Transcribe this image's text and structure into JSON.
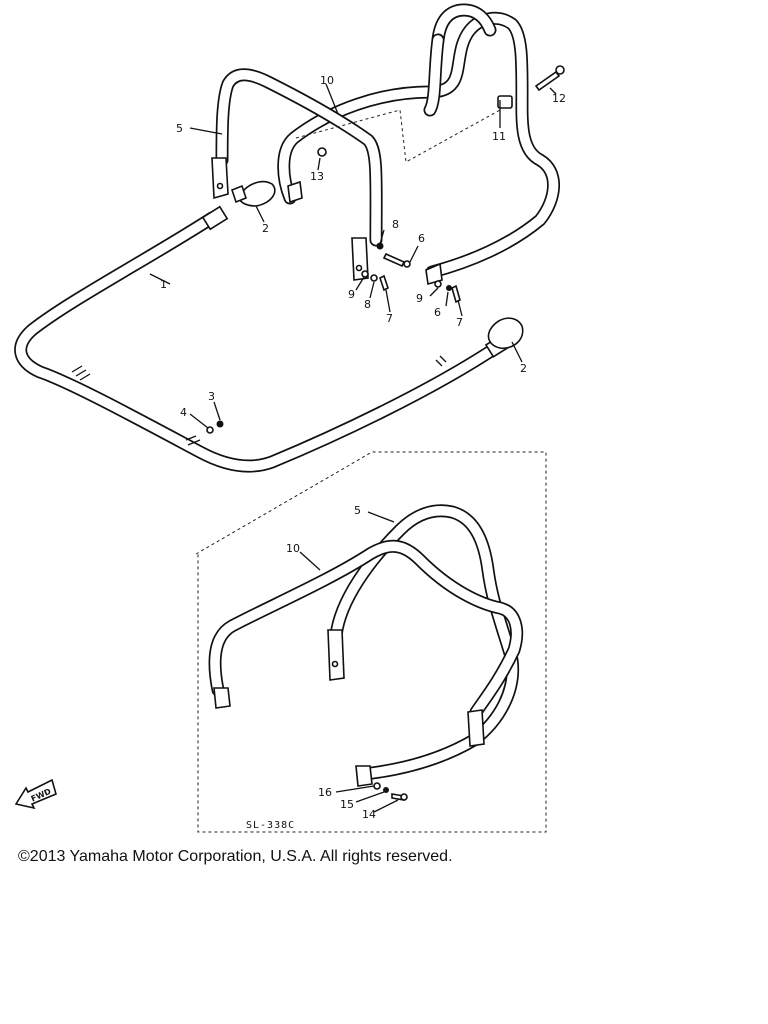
{
  "diagram": {
    "reference": "SL-338C",
    "fwd_label": "FWD",
    "callouts": [
      {
        "id": "c1",
        "text": "1"
      },
      {
        "id": "c2a",
        "text": "2"
      },
      {
        "id": "c2b",
        "text": "2"
      },
      {
        "id": "c3",
        "text": "3"
      },
      {
        "id": "c4",
        "text": "4"
      },
      {
        "id": "c5a",
        "text": "5"
      },
      {
        "id": "c5b",
        "text": "5"
      },
      {
        "id": "c6a",
        "text": "6"
      },
      {
        "id": "c6b",
        "text": "6"
      },
      {
        "id": "c7a",
        "text": "7"
      },
      {
        "id": "c7b",
        "text": "7"
      },
      {
        "id": "c8a",
        "text": "8"
      },
      {
        "id": "c8b",
        "text": "8"
      },
      {
        "id": "c9a",
        "text": "9"
      },
      {
        "id": "c9b",
        "text": "9"
      },
      {
        "id": "c10a",
        "text": "10"
      },
      {
        "id": "c10b",
        "text": "10"
      },
      {
        "id": "c11",
        "text": "11"
      },
      {
        "id": "c12",
        "text": "12"
      },
      {
        "id": "c13",
        "text": "13"
      },
      {
        "id": "c14",
        "text": "14"
      },
      {
        "id": "c15",
        "text": "15"
      },
      {
        "id": "c16",
        "text": "16"
      }
    ]
  },
  "footer": {
    "copyright": "©2013 Yamaha Motor Corporation, U.S.A. All rights reserved."
  }
}
